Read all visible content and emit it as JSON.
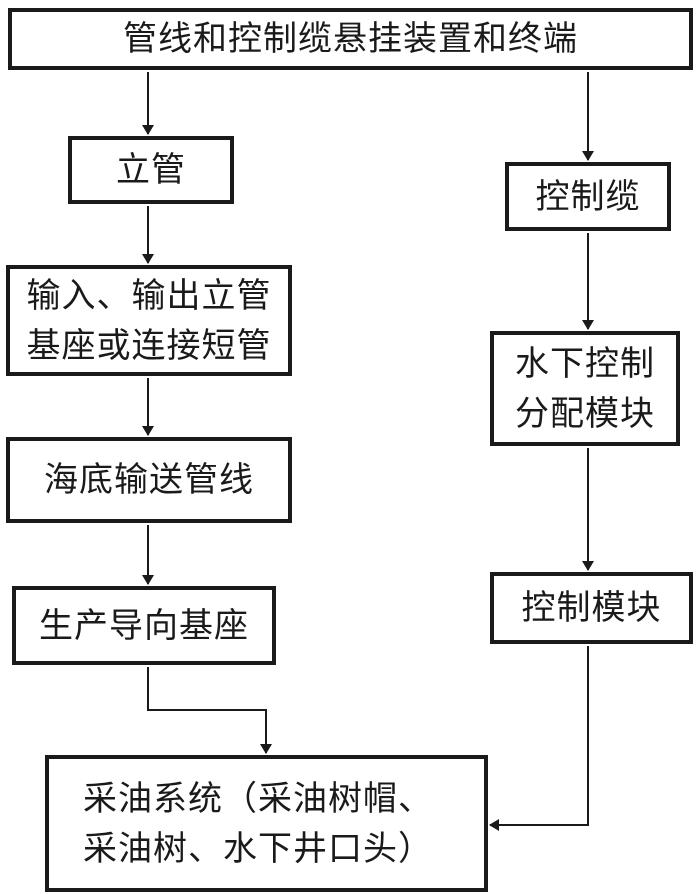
{
  "diagram": {
    "colors": {
      "stroke": "#1a1a1a",
      "fill": "#ffffff"
    },
    "nodes": {
      "top": {
        "label": "管线和控制缆悬挂装置和终端"
      },
      "riser": {
        "label": "立管"
      },
      "riser_base": {
        "label": "输入、输出立管\n基座或连接短管"
      },
      "subsea_pipeline": {
        "label": "海底输送管线"
      },
      "production_guide_base": {
        "label": "生产导向基座"
      },
      "production_system": {
        "label": "采油系统（采油树帽、\n采油树、水下井口头）"
      },
      "control_cable": {
        "label": "控制缆"
      },
      "subsea_control_distribution": {
        "label": "水下控制\n分配模块"
      },
      "control_module": {
        "label": "控制模块"
      }
    }
  }
}
